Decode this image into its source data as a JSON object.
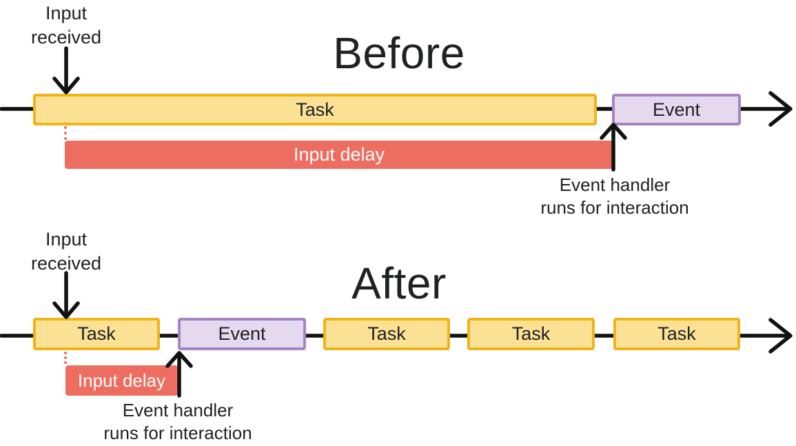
{
  "colors": {
    "task_fill": "#FBE194",
    "task_border": "#F0B41A",
    "event_fill": "#E5D9EF",
    "event_border": "#A783C2",
    "delay_fill": "#ED6D60",
    "line_color": "#111111",
    "text_color": "#202124"
  },
  "before": {
    "title": "Before",
    "input_received_label": "Input\nreceived",
    "task_label": "Task",
    "event_label": "Event",
    "input_delay_label": "Input delay",
    "event_handler_label": "Event handler\nruns for interaction"
  },
  "after": {
    "title": "After",
    "input_received_label": "Input\nreceived",
    "event_label": "Event",
    "input_delay_label": "Input delay",
    "event_handler_label": "Event handler\nruns for interaction",
    "task_labels": [
      "Task",
      "Task",
      "Task",
      "Task"
    ]
  }
}
